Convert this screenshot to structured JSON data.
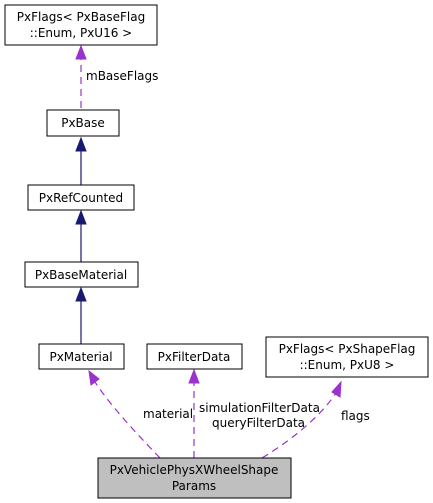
{
  "colors": {
    "inheritance_edge": "#191970",
    "usage_edge": "#9a32cd",
    "focus_fill": "#bfbfbf",
    "node_fill": "#ffffff"
  },
  "nodes": {
    "pxflags_baseflag": {
      "line1": "PxFlags< PxBaseFlag",
      "line2": "::Enum, PxU16 >"
    },
    "pxbase": {
      "label": "PxBase"
    },
    "pxrefcounted": {
      "label": "PxRefCounted"
    },
    "pxbasematerial": {
      "label": "PxBaseMaterial"
    },
    "pxmaterial": {
      "label": "PxMaterial"
    },
    "pxfilterdata": {
      "label": "PxFilterData"
    },
    "pxflags_shapeflag": {
      "line1": "PxFlags< PxShapeFlag",
      "line2": "::Enum, PxU8 >"
    },
    "wheelshapeparams": {
      "line1": "PxVehiclePhysXWheelShape",
      "line2": "Params"
    }
  },
  "edge_labels": {
    "base_flags": "mBaseFlags",
    "material": "material",
    "filter_line1": "simulationFilterData",
    "filter_line2": "queryFilterData",
    "flags": "flags"
  }
}
